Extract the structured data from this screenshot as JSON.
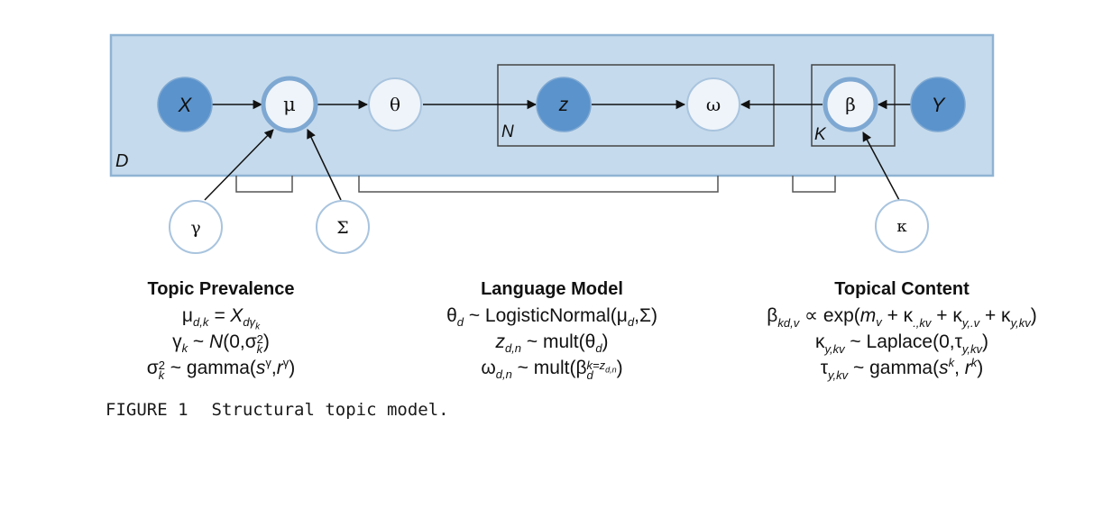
{
  "nodes": {
    "X": {
      "label": "X"
    },
    "mu": {
      "label": "μ"
    },
    "theta": {
      "label": "θ"
    },
    "z": {
      "label": "z"
    },
    "omega": {
      "label": "ω"
    },
    "beta": {
      "label": "β"
    },
    "Y": {
      "label": "Y"
    },
    "gamma": {
      "label": "γ"
    },
    "Sigma": {
      "label": "Σ"
    },
    "kappa": {
      "label": "κ"
    }
  },
  "plates": {
    "D": "D",
    "N": "N",
    "K": "K"
  },
  "colors": {
    "panel": "#c5daec",
    "panelBorder": "#8fb3d3",
    "observed": "#5b93cc",
    "latentRing": "#7ea8d2"
  },
  "sections": {
    "prevalence": {
      "title": "Topic Prevalence",
      "eq1": {
        "lhs": "μ",
        "lhs_sub": "d,k",
        "rhs": " = X",
        "rhs_sub": "dγ",
        "rhs_subsub": "k"
      },
      "eq2": {
        "lhs": "γ",
        "lhs_sub": "k",
        "mid": " ~ ",
        "dist": "N",
        "args": "(0,σ",
        "sup": "2",
        "sub": "k",
        "close": ")"
      },
      "eq3": {
        "lhs": "σ",
        "sup": "2",
        "sub": "k",
        "mid": " ~ gamma(",
        "s": "s",
        "s_sup": "γ",
        "comma": ",",
        "r": "r",
        "r_sup": "γ",
        "close": ")"
      }
    },
    "language": {
      "title": "Language Model",
      "eq1": {
        "lhs": "θ",
        "lhs_sub": "d",
        "rhs": " ~ LogisticNormal(μ",
        "rhs_sub": "d",
        "rhs_tail": ",Σ)"
      },
      "eq2": {
        "lhs": "z",
        "lhs_sub": "d,n",
        "rhs": " ~ mult(θ",
        "rhs_sub": "d",
        "rhs_tail": ")"
      },
      "eq3": {
        "lhs": "ω",
        "lhs_sub": "d,n",
        "rhs": " ~ mult(β",
        "rhs_sup": "k=z",
        "rhs_supsub": "d,n",
        "rhs_sub": "d",
        "rhs_tail": ")"
      }
    },
    "content": {
      "title": "Topical Content",
      "eq1": {
        "lhs": "β",
        "lhs_sup": "k",
        "lhs_sub": "d,v",
        "rel": " ∝ exp(",
        "m": "m",
        "m_sub": "v",
        "p1": " + κ",
        "k1_sup": ".,k",
        "k1_sub": "v",
        "p2": " + κ",
        "k2_sup": "y,.",
        "k2_sub": "v",
        "p3": " + κ",
        "k3_sup": "y,k",
        "k3_sub": "v",
        "close": ")"
      },
      "eq2": {
        "lhs": "κ",
        "lhs_sup": "y,k",
        "lhs_sub": "v",
        "rhs": " ~ Laplace(0,τ",
        "r_sup": "y,k",
        "r_sub": "v",
        "close": ")"
      },
      "eq3": {
        "lhs": "τ",
        "lhs_sup": "y,k",
        "lhs_sub": "v",
        "rhs": " ~ gamma(",
        "s": "s",
        "s_sup": "k",
        "comma": ", ",
        "r": "r",
        "r_sup": "k",
        "close": ")"
      }
    }
  },
  "caption": {
    "number": "FIGURE 1",
    "text": "Structural topic model."
  }
}
